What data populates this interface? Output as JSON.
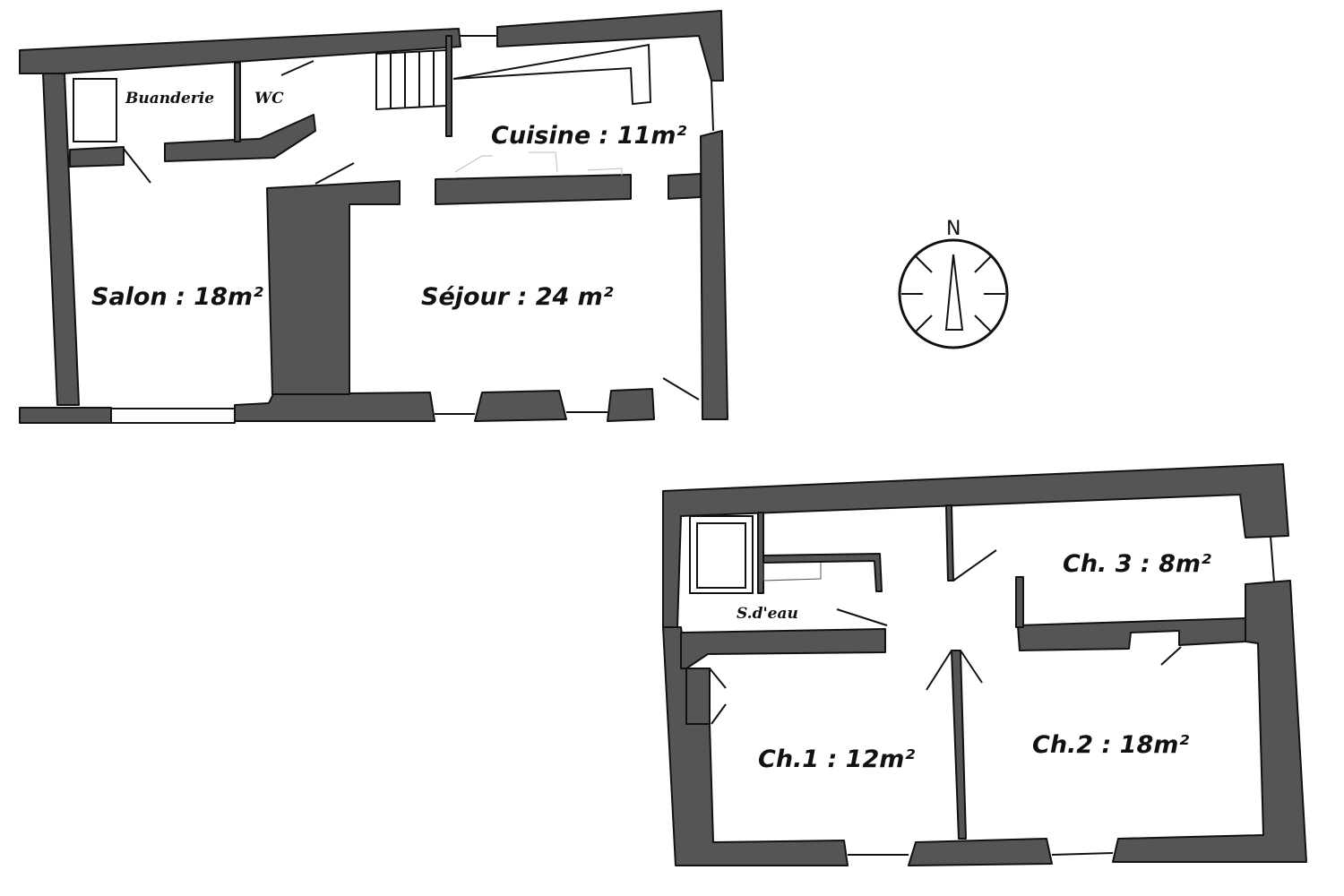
{
  "colors": {
    "wall": "#555555",
    "outline": "#111111",
    "background": "#ffffff"
  },
  "ground_floor": {
    "rooms": {
      "buanderie": "Buanderie",
      "wc": "WC",
      "cuisine": "Cuisine : 11m²",
      "salon": "Salon : 18m²",
      "sejour": "Séjour : 24 m²"
    }
  },
  "upper_floor": {
    "rooms": {
      "sdeau": "S.d'eau",
      "ch3": "Ch. 3 : 8m²",
      "ch1": "Ch.1 : 12m²",
      "ch2": "Ch.2 : 18m²"
    }
  },
  "compass": {
    "label": "N",
    "icon": "compass-icon"
  }
}
